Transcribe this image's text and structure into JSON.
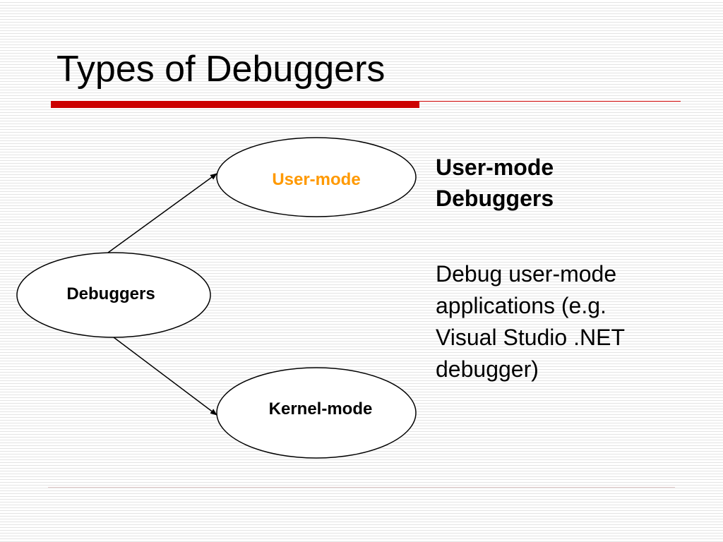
{
  "slide": {
    "title": "Types of Debuggers"
  },
  "diagram": {
    "root": "Debuggers",
    "children": [
      {
        "label": "User-mode",
        "color": "#ff9900"
      },
      {
        "label": "Kernel-mode",
        "color": "#000000"
      }
    ]
  },
  "side_text": {
    "heading_line1": "User-mode",
    "heading_line2": "Debuggers",
    "body_line1": "Debug user-mode",
    "body_line2": "applications (e.g.",
    "body_line3": "Visual Studio .NET",
    "body_line4": "debugger)"
  },
  "colors": {
    "accent_bar": "#cc0000",
    "highlight_node_text": "#ff9900"
  }
}
